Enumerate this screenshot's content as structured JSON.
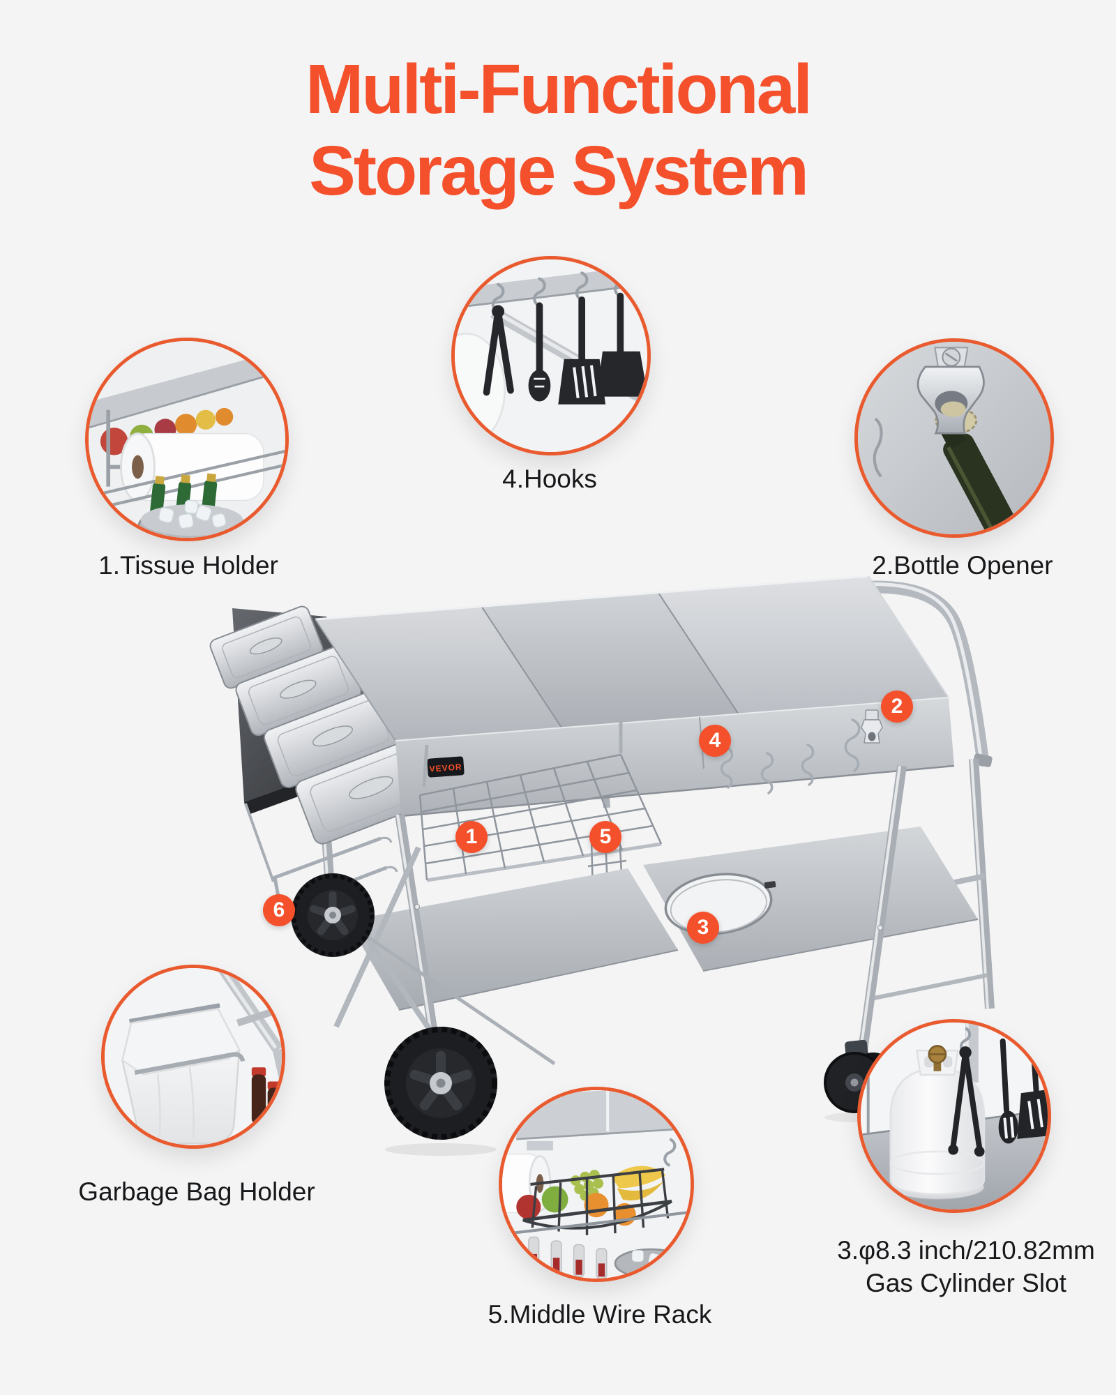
{
  "colors": {
    "accent": "#f4502b",
    "ring": "#e95b2f",
    "text": "#17181a",
    "background": "#f4f4f5"
  },
  "title": {
    "line1": "Multi-Functional",
    "line2": "Storage System"
  },
  "brand": {
    "logo": "VEVOR"
  },
  "callouts": {
    "tissue": {
      "label": "1.Tissue Holder",
      "photo_icon": "paper-towel-roll-over-iced-drinks"
    },
    "hooks": {
      "label": "4.Hooks",
      "photo_icon": "black-utensils-on-s-hooks"
    },
    "opener": {
      "label": "2.Bottle Opener",
      "photo_icon": "mounted-opener-with-bottle"
    },
    "garbage": {
      "label": "Garbage Bag Holder",
      "photo_icon": "white-bag-on-wire-frame"
    },
    "rack": {
      "label": "5.Middle Wire Rack",
      "photo_icon": "wire-basket-with-fruit"
    },
    "gas": {
      "line1": "3.φ8.3 inch/210.82mm",
      "line2": "Gas Cylinder Slot",
      "photo_icon": "propane-tank-with-tools"
    }
  },
  "badges": [
    {
      "n": "1"
    },
    {
      "n": "2"
    },
    {
      "n": "3"
    },
    {
      "n": "4"
    },
    {
      "n": "5"
    },
    {
      "n": "6"
    }
  ]
}
